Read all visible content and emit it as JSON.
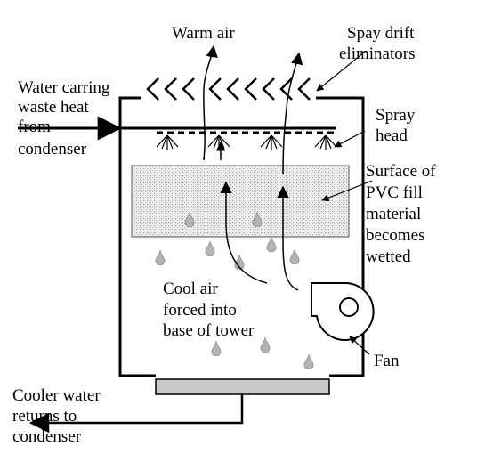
{
  "colors": {
    "line": "#000000",
    "fill_material": "#e6e6e6",
    "drop": "#b3b3b3",
    "basin": "#c8c8c8",
    "background": "#ffffff"
  },
  "labels": {
    "warm_air": "Warm air",
    "spray_drift_line1": "Spay drift",
    "spray_drift_line2": "eliminators",
    "water_line1": "Water carring",
    "water_line2": "waste heat",
    "water_line3": "from",
    "water_line4": "condenser",
    "spray_head_line1": "Spray",
    "spray_head_line2": "head",
    "surface_line1": "Surface of",
    "surface_line2": "PVC fill",
    "surface_line3": "material",
    "surface_line4": "becomes",
    "surface_line5": "wetted",
    "cool_air_line1": "Cool air",
    "cool_air_line2": "forced into",
    "cool_air_line3": "base of tower",
    "fan": "Fan",
    "cooler_line1": "Cooler water",
    "cooler_line2": "returns to",
    "cooler_line3": "condenser"
  },
  "icons": {
    "fan": "fan-icon",
    "droplet": "water-drop-icon",
    "spray_nozzle": "spray-nozzle-icon",
    "eliminator": "chevron-left-icon"
  }
}
